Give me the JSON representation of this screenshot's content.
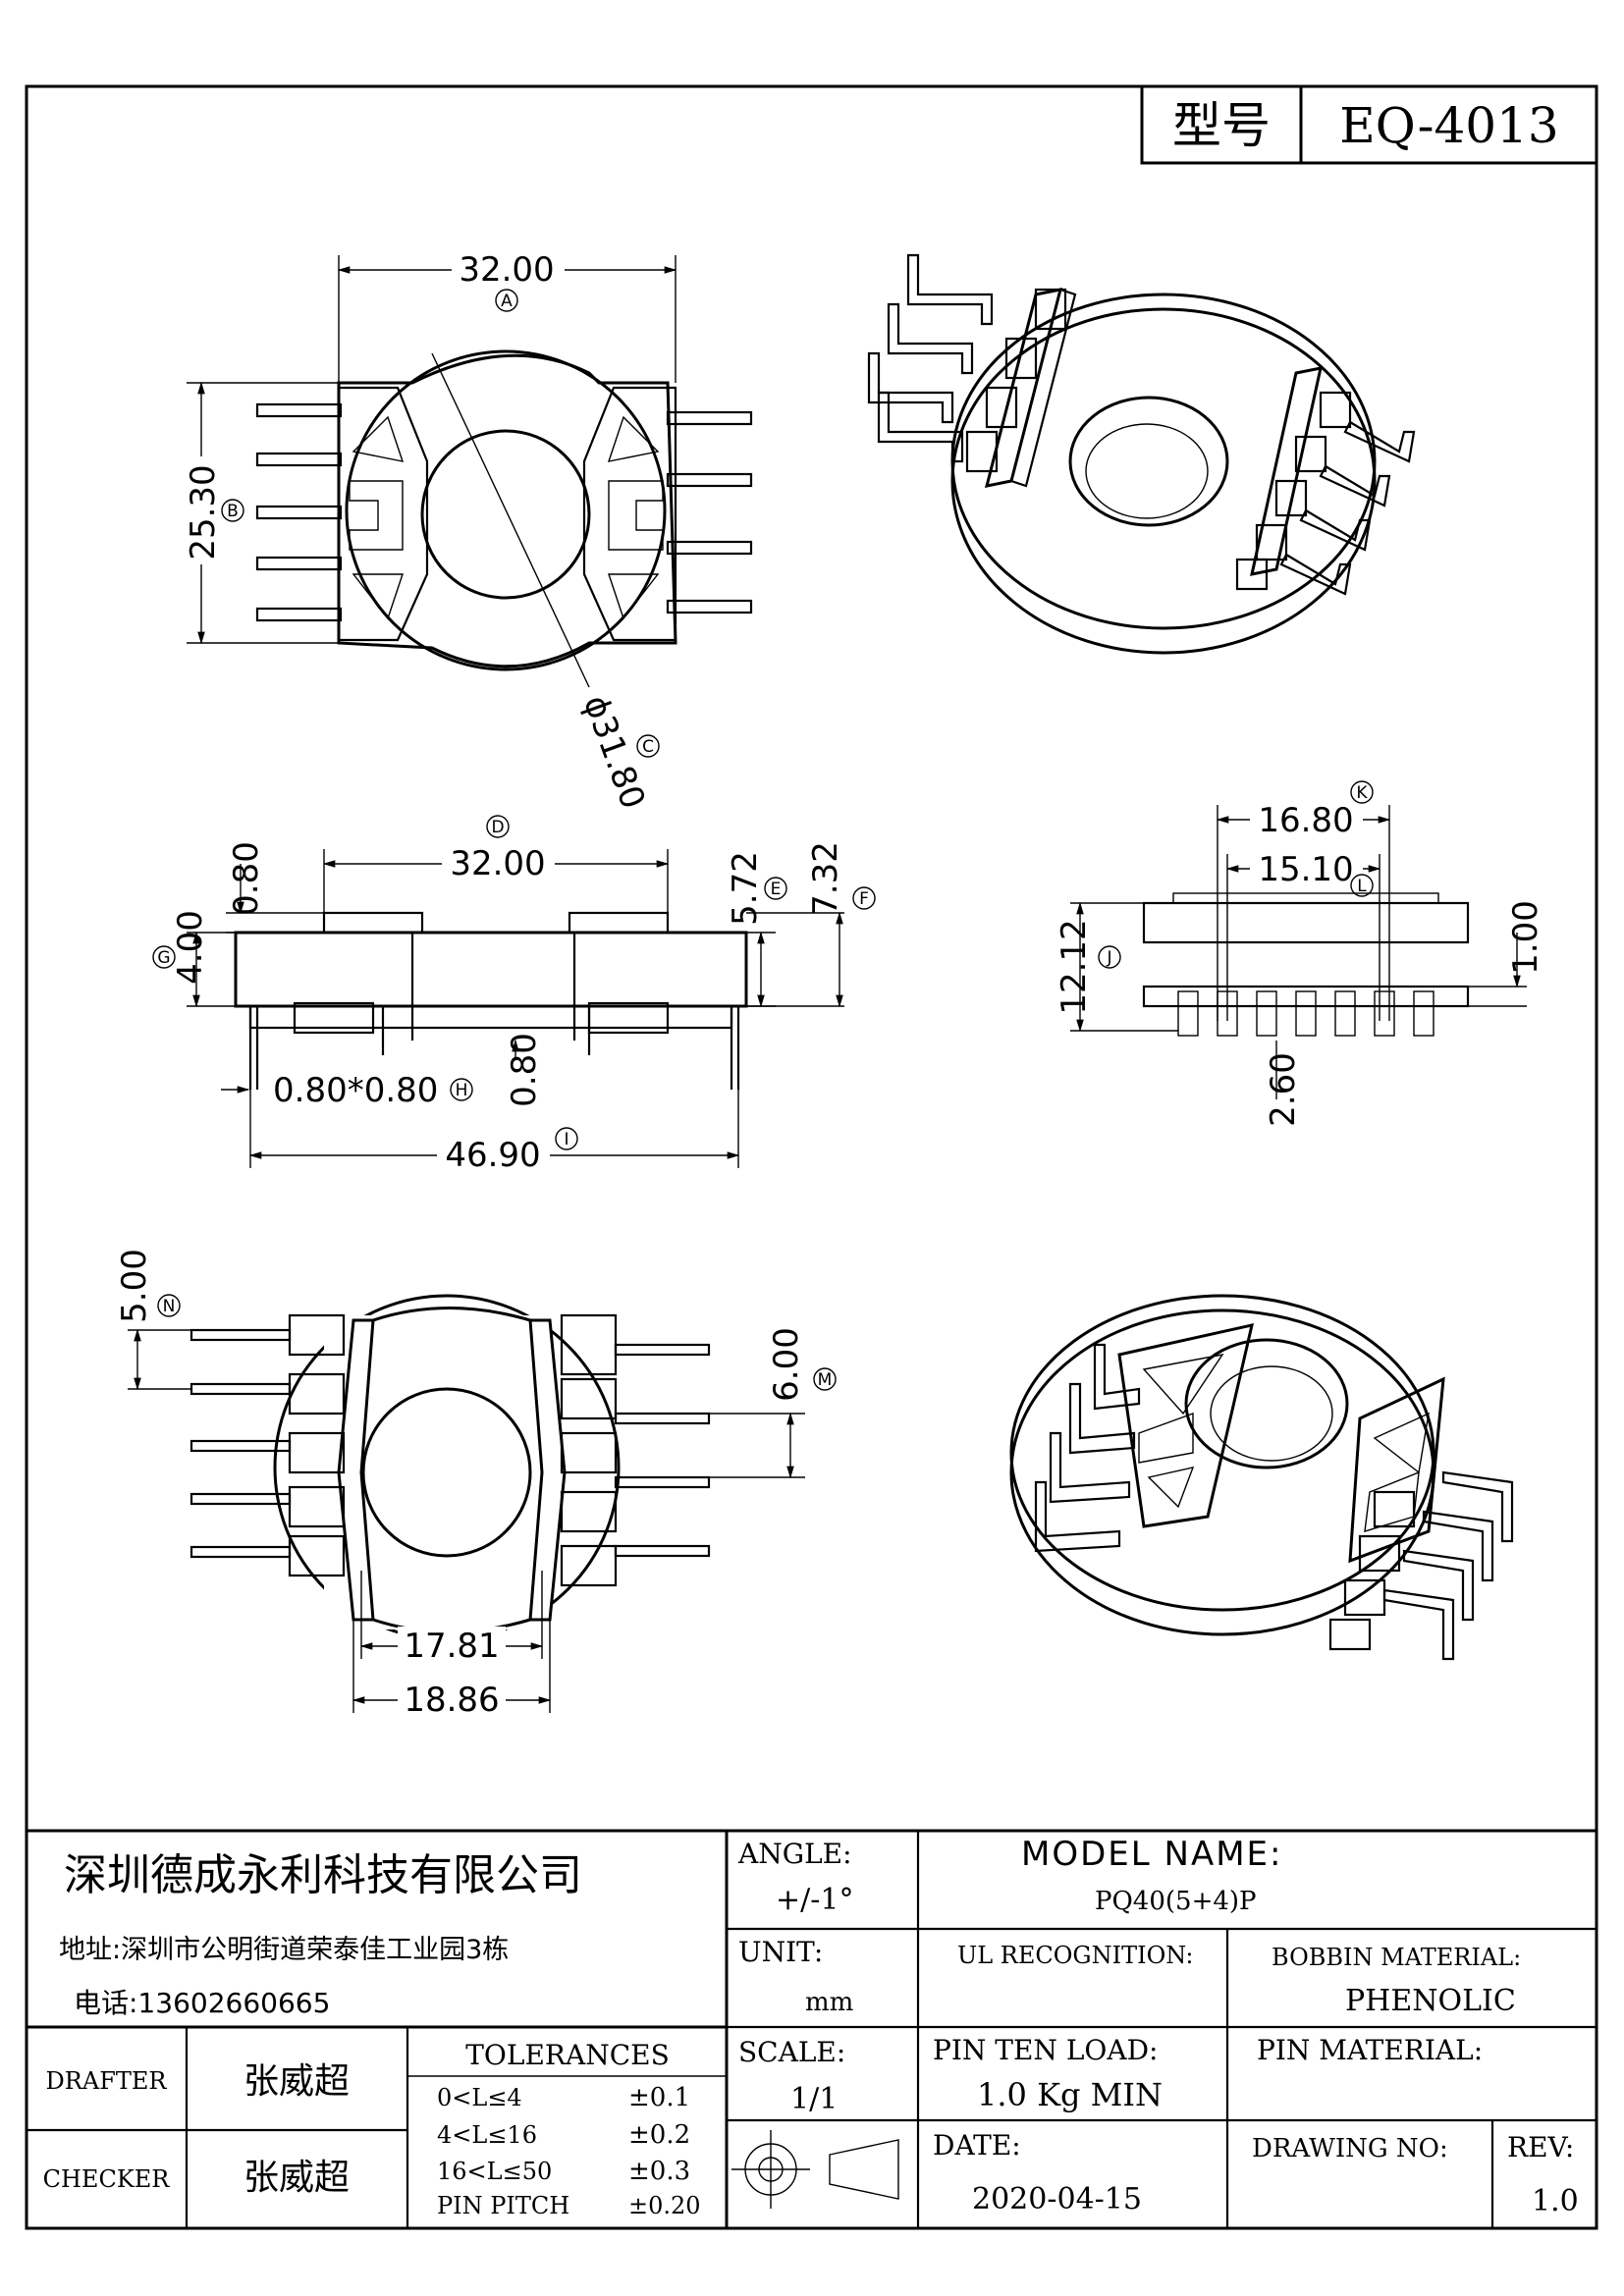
{
  "title_block_top": {
    "model_label": "型号",
    "model_value": "EQ-4013"
  },
  "views": {
    "top": {
      "dim_a": "32.00",
      "dim_b": "25.30",
      "dim_c": "ϕ31.80",
      "tag_a": "A",
      "tag_b": "B",
      "tag_c": "C"
    },
    "front": {
      "dim_d": "32.00",
      "dim_e": "5.72",
      "dim_f": "7.32",
      "dim_g": "4.00",
      "dim_h": "0.80*0.80",
      "dim_i": "46.90",
      "dim_top_left": "0.80",
      "dim_mid": "0.80",
      "tag_d": "D",
      "tag_e": "E",
      "tag_f": "F",
      "tag_g": "G",
      "tag_h": "H",
      "tag_i": "I"
    },
    "side": {
      "dim_k": "16.80",
      "dim_l": "15.10",
      "dim_j": "12.12",
      "dim_right": "1.00",
      "dim_pin": "2.60",
      "tag_k": "K",
      "tag_l": "L",
      "tag_j": "J"
    },
    "bottom": {
      "dim_n": "5.00",
      "dim_m": "6.00",
      "dim_w1": "17.81",
      "dim_w2": "18.86",
      "tag_n": "N",
      "tag_m": "M"
    }
  },
  "title_block": {
    "company": "深圳德成永利科技有限公司",
    "address": "地址:深圳市公明街道荣泰佳工业园3栋",
    "phone": "电话:13602660665",
    "angle_label": "ANGLE:",
    "angle_value": "+/-1°",
    "model_name_label": "MODEL NAME:",
    "model_name_value": "PQ40(5+4)P",
    "unit_label": "UNIT:",
    "unit_value": "mm",
    "ul_label": "UL RECOGNITION:",
    "bobbin_label": "BOBBIN MATERIAL:",
    "bobbin_value": "PHENOLIC",
    "drafter_label": "DRAFTER",
    "drafter_value": "张威超",
    "checker_label": "CHECKER",
    "checker_value": "张威超",
    "tolerances_label": "TOLERANCES",
    "tolerances": [
      {
        "range": "0<L≤4",
        "value": "±0.1"
      },
      {
        "range": "4<L≤16",
        "value": "±0.2"
      },
      {
        "range": "16<L≤50",
        "value": "±0.3"
      },
      {
        "range": "PIN PITCH",
        "value": "±0.20"
      }
    ],
    "scale_label": "SCALE:",
    "scale_value": "1/1",
    "pin_ten_label": "PIN TEN LOAD:",
    "pin_ten_value": "1.0 Kg MIN",
    "pin_material_label": "PIN MATERIAL:",
    "date_label": "DATE:",
    "date_value": "2020-04-15",
    "drawing_no_label": "DRAWING NO:",
    "rev_label": "REV:",
    "rev_value": "1.0"
  }
}
